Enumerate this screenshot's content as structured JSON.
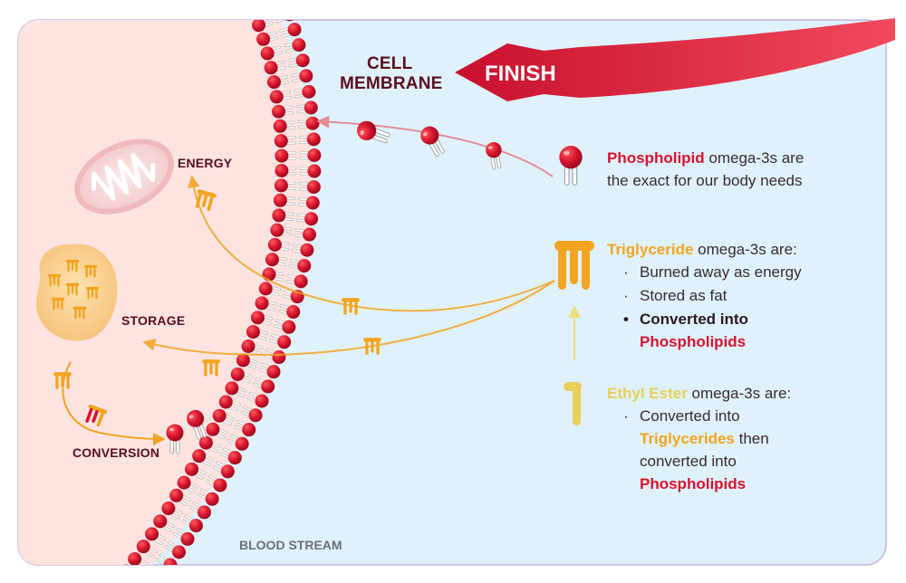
{
  "labels": {
    "cell_membrane_line1": "CELL",
    "cell_membrane_line2": "MEMBRANE",
    "finish": "FINISH",
    "energy": "ENERGY",
    "storage": "STORAGE",
    "conversion": "CONVERSION",
    "blood_stream": "BLOOD STREAM"
  },
  "phospholipid": {
    "name": "Phospholipid",
    "text_line1_rest": " omega-3s are",
    "text_line2": "the exact for our body needs"
  },
  "triglyceride": {
    "name": "Triglyceride",
    "intro_rest": " omega-3s are:",
    "bullets": [
      "Burned away as energy",
      "Stored as fat"
    ],
    "bullet_strong_line1": "Converted into",
    "bullet_strong_line2": "Phospholipids"
  },
  "ethyl_ester": {
    "name": "Ethyl Ester",
    "intro_rest": " omega-3s are:",
    "bullet_line1": "Converted into",
    "bullet_line2_highlight": "Triglycerides",
    "bullet_line2_rest": " then",
    "bullet_line3": "converted into",
    "bullet_line4": "Phospholipids"
  },
  "colors": {
    "cell_interior": "#fde4e1",
    "blood_stream": "#dff2fb",
    "membrane_head": "#d6132e",
    "finish_arrow": "#d6132e",
    "triglyceride": "#f3a421",
    "ethyl_ester": "#e8cf5c",
    "heading_dark": "#5a0f1e"
  },
  "icons": [
    "mitochondria-icon",
    "phospholipid-icon",
    "triglyceride-icon",
    "ethyl-ester-icon",
    "fat-storage-icon"
  ]
}
